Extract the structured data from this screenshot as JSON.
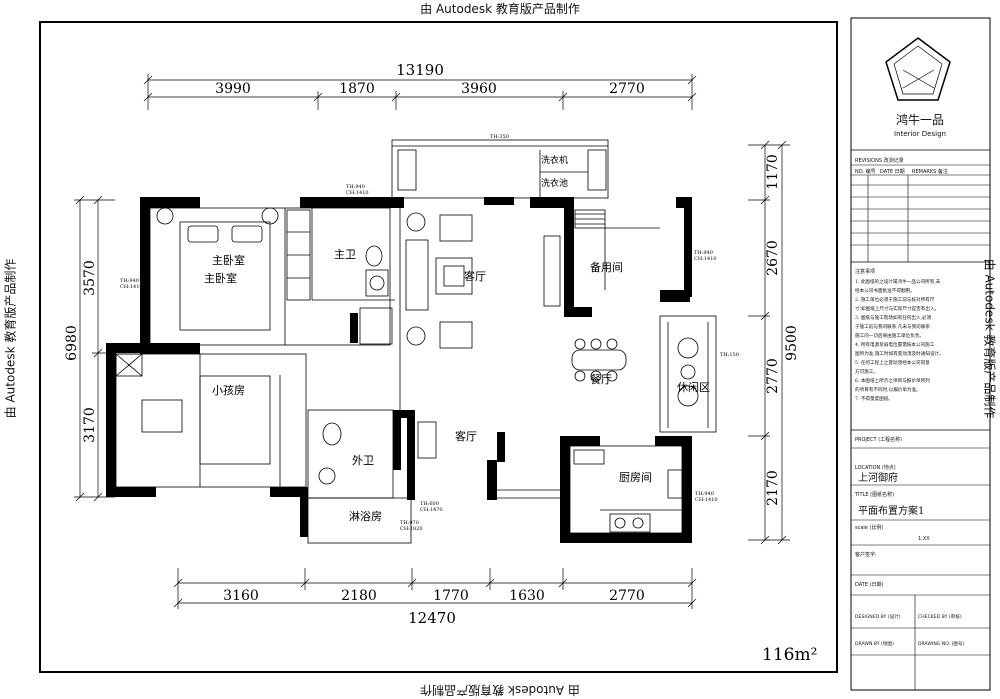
{
  "watermark": "由 Autodesk 教育版产品制作",
  "dims_top_total": "13190",
  "dims_top": [
    "3990",
    "1870",
    "3960",
    "2770"
  ],
  "dims_bottom": [
    "3160",
    "2180",
    "1770",
    "1630",
    "2770"
  ],
  "dims_bottom_total": "12470",
  "dims_left_total": "6980",
  "dims_left": [
    "3570",
    "3170"
  ],
  "dims_right_total": "9500",
  "dims_right": [
    "1170",
    "2670",
    "2770",
    "2170"
  ],
  "rooms": {
    "master_bedroom": "主卧室",
    "master_bedroom_label": "主卧室",
    "master_bath": "主卫",
    "living": "客厅",
    "spare_room": "备用间",
    "dining": "餐厅",
    "kids_room": "小孩房",
    "guest_bath": "外卫",
    "guest_hall": "客厅",
    "shower": "淋浴房",
    "kitchen": "厨房间",
    "lounge": "休闲区",
    "washer": "洗衣机",
    "dryer": "洗衣池"
  },
  "window_notes": {
    "w1": "TH:940",
    "w1b": "CH:1410",
    "w_top": "TH:350",
    "w_mid_a": "TH:600",
    "w_mid_b": "CH:1470",
    "w_shower_a": "TH:970",
    "w_shower_b": "CH:1820",
    "w_lounge": "TH:150"
  },
  "area": "116m²",
  "title_block": {
    "logo_name": "鸿牛一品",
    "logo_sub": "Interior Design",
    "revisions_title": "REVISIONS 改测记录",
    "rev_no": "NO. 编号",
    "rev_date": "DATE 日期",
    "rev_remarks": "REMARKS 备注",
    "notes_title": "注意事项",
    "notes": [
      "1. 此图纸的之设计属鸿牛一品公司所有,未",
      "经本公司书面批准不得翻用。",
      "2. 施工单位必须于施工前与核对所有尺",
      "寸,如图纸上尺寸与实际尺寸是否有出入。",
      "3. 图纸与施工现场如有任何出入,必须",
      "于施工前与我司联系,凡未与我司联系",
      "施工的一切后果由施工单位负责。",
      "4. 所有电源及弱电位置需按本公司施工",
      "图所为准,施工时如有变动须及时通知设计。",
      "5. 任何工程上之变动须经本公司同意",
      "方可施工。",
      "6. 本图纸上所示之项目与报价单所列",
      "的项目有不同时,以报价单为准。",
      "7. 不得量度图纸。"
    ],
    "project_label": "PROJECT (工程名称)",
    "location_label": "LOCATION (地点)",
    "location": "上河御府",
    "title_label": "TITLE (图纸名称)",
    "title": "平面布置方案1",
    "scale_label": "scale (比例)",
    "scale": "1:XX",
    "client_label": "客户签字:",
    "date_label": "DATE (日期)",
    "designed_label": "DESIGNED BY (设计)",
    "checked_label": "CHECKED BY (审核)",
    "drawn_label": "DRAWN BY (绘图)",
    "drawing_no_label": "DRAWING NO. (图号)"
  }
}
